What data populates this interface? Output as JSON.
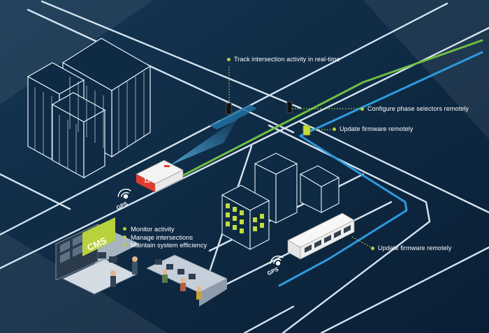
{
  "callouts": {
    "track": "Track intersection activity in real-time",
    "phase": "Configure phase selectors remotely",
    "firmware_top": "Update firmware remotely",
    "firmware_bus": "Update firmware remotely"
  },
  "control_center": {
    "items": [
      "Monitor activity",
      "Manage intersections",
      "Maintain system efficiency"
    ],
    "screen_label": "CMS"
  },
  "vehicles": {
    "ambulance_number": "12",
    "gps_label": "GPS"
  },
  "colors": {
    "background": "#0d2740",
    "accent_green": "#b7d23c",
    "route_green": "#6fbf45",
    "route_blue": "#2e9be0",
    "road_line": "#d6e4ef"
  }
}
